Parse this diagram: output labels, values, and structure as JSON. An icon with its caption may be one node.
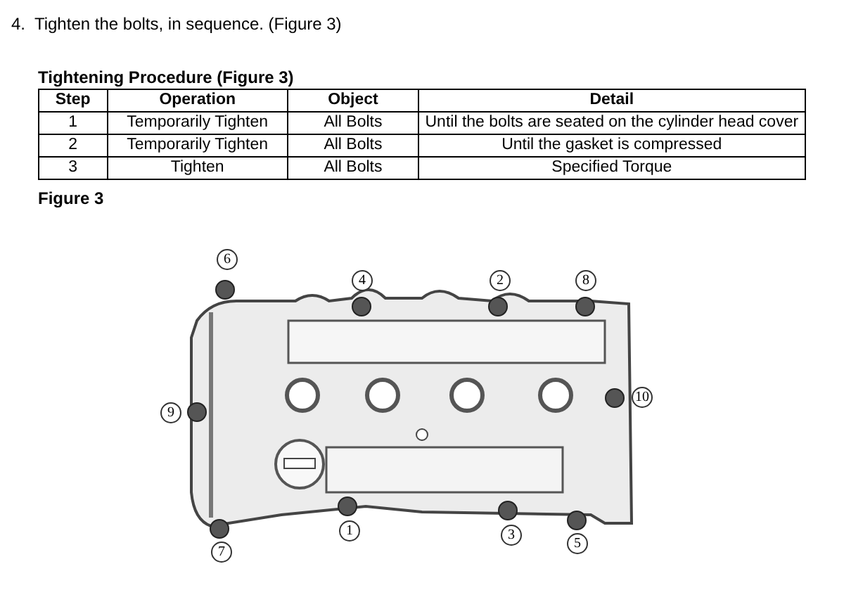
{
  "diagram": {
    "title": "4.  Tighten the bolts, in sequence. (Figure 3)",
    "labels": [
      "Tightening Procedure (Figure 3)",
      "Step",
      "Operation",
      "Object",
      "Detail",
      "1",
      "Temporarily Tighten",
      "All Bolts",
      "Until the bolts are seated on the cylinder head cover",
      "2",
      "Temporarily Tighten",
      "All Bolts",
      "Until the gasket is compressed",
      "3",
      "Tighten",
      "All Bolts",
      "Specified Torque",
      "Figure 3",
      "6",
      "4",
      "2",
      "8",
      "10",
      "9",
      "1",
      "3",
      "5",
      "7"
    ]
  }
}
